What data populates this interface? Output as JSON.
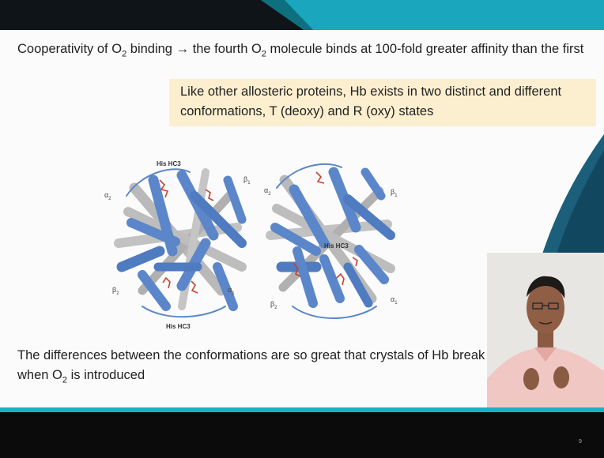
{
  "slide": {
    "headline_part1": "Cooperativity of O",
    "headline_sub1": "2",
    "headline_part2": " binding ",
    "headline_arrow": "→",
    "headline_part3": " the fourth O",
    "headline_sub2": "2",
    "headline_part4": " molecule binds at 100-fold greater affinity than the first",
    "callout": "Like other allosteric proteins, Hb exists in two distinct and different conformations, T (deoxy) and R (oxy) states",
    "bottom_part1": "The differences between the conformations are so great that crystals of Hb break when O",
    "bottom_sub": "2",
    "bottom_part2": " is introduced",
    "page_number": "9"
  },
  "figure": {
    "left_labels": {
      "alpha2": "α",
      "alpha2_sub": "2",
      "beta1": "β",
      "beta1_sub": "1",
      "beta2": "β",
      "beta2_sub": "2",
      "alpha1": "α",
      "alpha1_sub": "1",
      "his_top": "His HC3",
      "his_bottom": "His HC3"
    },
    "right_labels": {
      "alpha2": "α",
      "alpha2_sub": "2",
      "beta1": "β",
      "beta1_sub": "1",
      "beta2": "β",
      "beta2_sub": "2",
      "alpha1": "α",
      "alpha1_sub": "1",
      "his_center": "His HC3"
    }
  },
  "colors": {
    "teal_accent": "#1bb0c6",
    "helix_blue": "#5b86c9",
    "helix_gray": "#b9b9b9",
    "heme_red": "#c8412f",
    "callout_bg": "#fcefcf"
  }
}
